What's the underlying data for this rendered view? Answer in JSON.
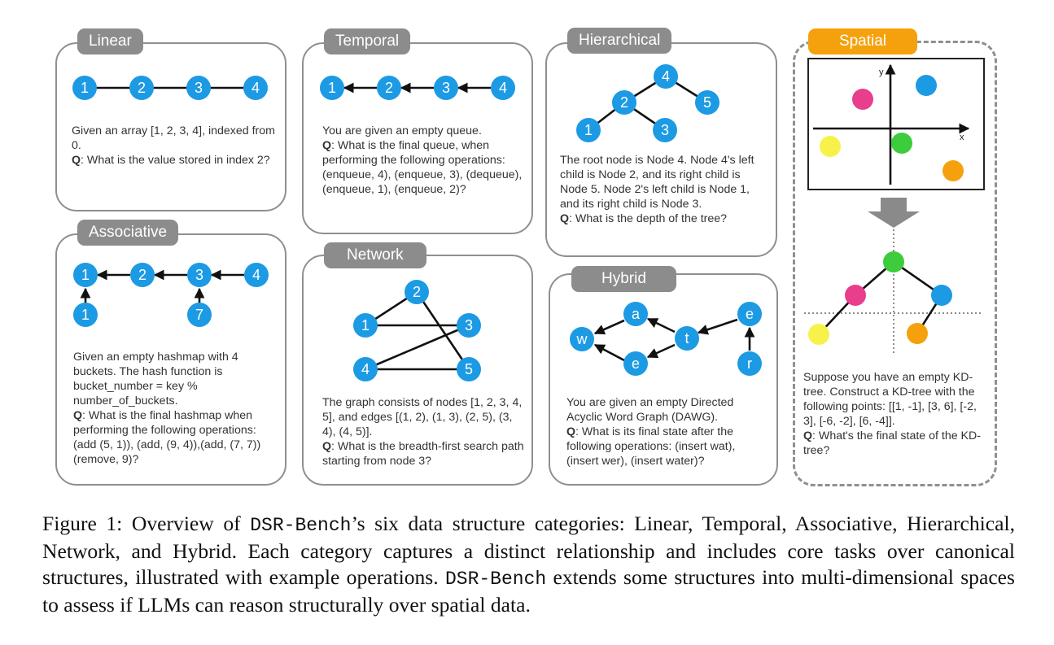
{
  "panels": {
    "linear": {
      "tag": "Linear",
      "nodes": [
        "1",
        "2",
        "3",
        "4"
      ],
      "text": "Given an array [1, 2, 3, 4], indexed from 0.",
      "q_label": "Q",
      "q_text": ": What is the value stored in index 2?"
    },
    "temporal": {
      "tag": "Temporal",
      "nodes": [
        "1",
        "2",
        "3",
        "4"
      ],
      "text": "You are given an empty queue.",
      "q_label": "Q",
      "q_text": ": What is the final queue, when performing the following operations:(enqueue, 4), (enqueue, 3), (dequeue), (enqueue, 1), (enqueue, 2)?"
    },
    "hierarchical": {
      "tag": "Hierarchical",
      "nodes": [
        "4",
        "2",
        "5",
        "1",
        "3"
      ],
      "text": "The root node is Node 4. Node 4's left child is Node 2, and its right child is Node 5. Node 2's left child is Node 1, and its right child is Node 3.",
      "q_label": "Q",
      "q_text": ": What is the depth of the tree?"
    },
    "associative": {
      "tag": "Associative",
      "nodes": [
        "1",
        "2",
        "3",
        "4",
        "1",
        "7"
      ],
      "text": "Given an empty hashmap with 4 buckets. The hash function is bucket_number = key % number_of_buckets.",
      "q_label": "Q",
      "q_text": ": What is the final hashmap when performing the following operations: (add (5, 1)), (add, (9, 4)),(add, (7, 7)) (remove, 9)?"
    },
    "network": {
      "tag": "Network",
      "nodes": [
        "2",
        "1",
        "3",
        "4",
        "5"
      ],
      "text": "The graph consists of nodes [1, 2, 3, 4, 5], and edges [(1, 2), (1, 3), (2, 5), (3, 4), (4, 5)].",
      "q_label": "Q",
      "q_text": ": What is the breadth-first search path starting from node 3?"
    },
    "hybrid": {
      "tag": "Hybrid",
      "nodes": [
        "a",
        "w",
        "t",
        "e",
        "e",
        "r"
      ],
      "text": "You are given an empty Directed Acyclic Word Graph (DAWG).",
      "q_label": "Q",
      "q_text": ": What is its final state after the following operations: (insert wat), (insert wer), (insert water)?"
    },
    "spatial": {
      "tag": "Spatial",
      "axis_x": "x",
      "axis_y": "y",
      "text": "Suppose you have an empty KD-tree. Construct a KD-tree with the following points: [[1, -1], [3, 6], [-2, 3], [-6, -2], [6, -4]].",
      "q_label": "Q",
      "q_text": ": What's the final state of the KD-tree?",
      "colors": {
        "green": "#3ccc3c",
        "blue": "#1c9ae4",
        "pink": "#e83e8c",
        "yellow": "#f7f24a",
        "orange": "#f5a10d"
      }
    }
  },
  "caption": {
    "prefix": "Figure 1: Overview of ",
    "name1": "DSR-Bench",
    "middle": "’s six data structure categories: Linear, Temporal, Associative, Hierarchical, Network, and Hybrid. Each category captures a distinct relationship and includes core tasks over canonical structures, illustrated with example operations. ",
    "name2": "DSR-Bench",
    "suffix": " extends some structures into multi-dimensional spaces to assess if LLMs can reason structurally over spatial data."
  },
  "colors": {
    "node": "#1c9ae4",
    "panel_border": "#8f8f8f",
    "tag": "#8c8c8c",
    "spatial_tag": "#f5a10d"
  }
}
